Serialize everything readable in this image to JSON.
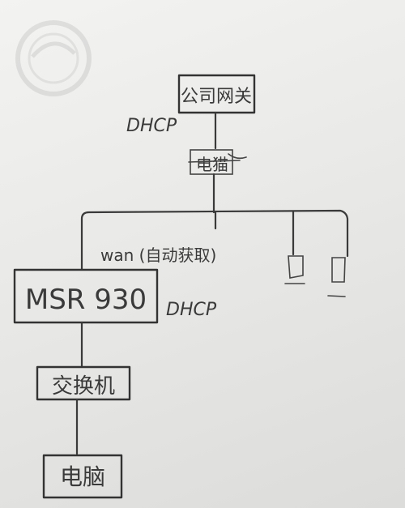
{
  "diagram": {
    "gateway_label": "公司网关",
    "dhcp_label_top": "DHCP",
    "modem_label": "电猫",
    "wan_label": "wan (自动获取)",
    "router_label": "MSR 930",
    "dhcp_label_router": "DHCP",
    "switch_label": "交换机",
    "computer_label": "电脑"
  },
  "colors": {
    "ink": "#333333",
    "paper": "#efefed"
  }
}
